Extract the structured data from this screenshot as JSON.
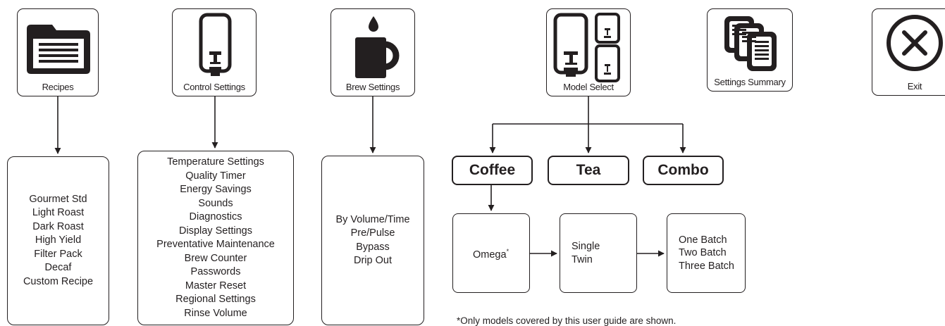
{
  "menu": {
    "recipes": {
      "label": "Recipes",
      "icon": "folder-icon"
    },
    "control_settings": {
      "label": "Control Settings",
      "icon": "brewer-icon"
    },
    "brew_settings": {
      "label": "Brew Settings",
      "icon": "mug-icon"
    },
    "model_select": {
      "label": "Model Select",
      "icon": "model-brewers-icon"
    },
    "settings_summary": {
      "label": "Settings Summary",
      "icon": "documents-icon"
    },
    "exit": {
      "label": "Exit",
      "icon": "close-circle-icon"
    }
  },
  "recipes_list": [
    "Gourmet Std",
    "Light Roast",
    "Dark Roast",
    "High Yield",
    "Filter Pack",
    "Decaf",
    "Custom Recipe"
  ],
  "control_settings_list": [
    "Temperature Settings",
    "Quality Timer",
    "Energy Savings",
    "Sounds",
    "Diagnostics",
    "Display Settings",
    "Preventative Maintenance",
    "Brew Counter",
    "Passwords",
    "Master Reset",
    "Regional Settings",
    "Rinse Volume"
  ],
  "brew_settings_list": [
    "By Volume/Time",
    "Pre/Pulse",
    "Bypass",
    "Drip Out"
  ],
  "model_types": {
    "coffee": "Coffee",
    "tea": "Tea",
    "combo": "Combo"
  },
  "coffee_models": {
    "model": "Omega",
    "marker": "*"
  },
  "configurations": [
    "Single",
    "Twin"
  ],
  "batches": [
    "One Batch",
    "Two Batch",
    "Three Batch"
  ],
  "footnote": "*Only models covered by this user guide are shown.",
  "colors": {
    "ink": "#231f20",
    "background": "#ffffff"
  }
}
